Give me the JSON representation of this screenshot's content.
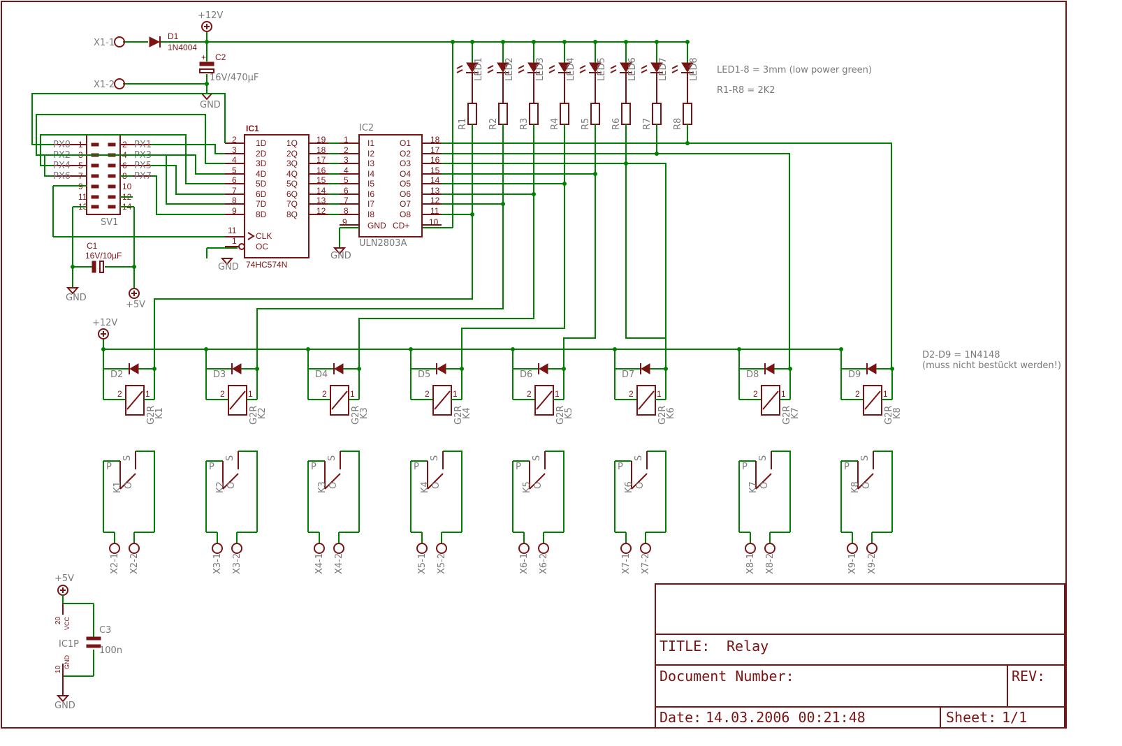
{
  "supply": {
    "v12": "+12V",
    "v5": "+5V",
    "gnd": "GND"
  },
  "input": {
    "x1_1": "X1-1",
    "x1_2": "X1-2",
    "d1_name": "D1",
    "d1_value": "1N4004",
    "c2_name": "C2",
    "c2_value": "16V/470µF"
  },
  "connector": {
    "name": "SV1",
    "left_labels": [
      "PX0",
      "PX2",
      "PX4",
      "PX6"
    ],
    "right_labels": [
      "PX1",
      "PX3",
      "PX5",
      "PX7"
    ],
    "left_pins": [
      "1",
      "3",
      "5",
      "7",
      "9",
      "11",
      "13"
    ],
    "right_pins": [
      "2",
      "4",
      "6",
      "8",
      "10",
      "12",
      "14"
    ]
  },
  "c1": {
    "name": "C1",
    "value": "16V/10µF"
  },
  "ic1": {
    "name": "IC1",
    "part": "74HC574N",
    "d_in": [
      "1D",
      "2D",
      "3D",
      "4D",
      "5D",
      "6D",
      "7D",
      "8D"
    ],
    "q_out": [
      "1Q",
      "2Q",
      "3Q",
      "4Q",
      "5Q",
      "6Q",
      "7Q",
      "8Q"
    ],
    "pin_d": [
      "2",
      "3",
      "4",
      "5",
      "6",
      "7",
      "8",
      "9"
    ],
    "pin_q": [
      "19",
      "18",
      "17",
      "16",
      "15",
      "14",
      "13",
      "12"
    ],
    "clk": "CLK",
    "oc": "OC",
    "clk_pin": "11",
    "oc_pin": "1"
  },
  "ic2": {
    "name": "IC2",
    "part": "ULN2803A",
    "i_in": [
      "I1",
      "I2",
      "I3",
      "I4",
      "I5",
      "I6",
      "I7",
      "I8"
    ],
    "o_out": [
      "O1",
      "O2",
      "O3",
      "O4",
      "O5",
      "O6",
      "O7",
      "O8"
    ],
    "pin_i": [
      "1",
      "2",
      "3",
      "4",
      "5",
      "6",
      "7",
      "8"
    ],
    "pin_o": [
      "18",
      "17",
      "16",
      "15",
      "14",
      "13",
      "12",
      "11"
    ],
    "gnd": "GND",
    "cd": "CD+",
    "gnd_pin": "9",
    "cd_pin": "10"
  },
  "leds": [
    "LED1",
    "LED2",
    "LED3",
    "LED4",
    "LED5",
    "LED6",
    "LED7",
    "LED8"
  ],
  "resistors": [
    "R1",
    "R2",
    "R3",
    "R4",
    "R5",
    "R6",
    "R7",
    "R8"
  ],
  "notes": {
    "led": "LED1-8 = 3mm (low power green)",
    "res": "R1-R8 = 2K2",
    "diode_1": "D2-D9 = 1N4148",
    "diode_2": "(muss nicht bestückt werden!)"
  },
  "relays": [
    {
      "diode": "D2",
      "coil": "K1",
      "sw": "K1",
      "t1": "X2-1",
      "t2": "X2-2"
    },
    {
      "diode": "D3",
      "coil": "K2",
      "sw": "K2",
      "t1": "X3-1",
      "t2": "X3-2"
    },
    {
      "diode": "D4",
      "coil": "K3",
      "sw": "K3",
      "t1": "X4-1",
      "t2": "X4-2"
    },
    {
      "diode": "D5",
      "coil": "K4",
      "sw": "K4",
      "t1": "X5-1",
      "t2": "X5-2"
    },
    {
      "diode": "D6",
      "coil": "K5",
      "sw": "K5",
      "t1": "X6-1",
      "t2": "X6-2"
    },
    {
      "diode": "D7",
      "coil": "K6",
      "sw": "K6",
      "t1": "X7-1",
      "t2": "X7-2"
    },
    {
      "diode": "D8",
      "coil": "K7",
      "sw": "K7",
      "t1": "X8-1",
      "t2": "X8-2"
    },
    {
      "diode": "D9",
      "coil": "K8",
      "sw": "K8",
      "t1": "X9-1",
      "t2": "X9-2"
    }
  ],
  "relay_type": "G2R",
  "relay_pins": {
    "coil_a": "2",
    "coil_b": "1",
    "p": "P",
    "s": "S",
    "o": "O"
  },
  "c3": {
    "name": "C3",
    "value": "100n",
    "ic": "IC1P",
    "vcc": "VCC",
    "gnd": "GND",
    "pin_vcc": "20",
    "pin_gnd": "10"
  },
  "titleblock": {
    "title_label": "TITLE:",
    "title": "Relay",
    "docnum_label": "Document Number:",
    "rev_label": "REV:",
    "date_label": "Date:",
    "date": "14.03.2006 00:21:48",
    "sheet_label": "Sheet:",
    "sheet": "1/1"
  }
}
